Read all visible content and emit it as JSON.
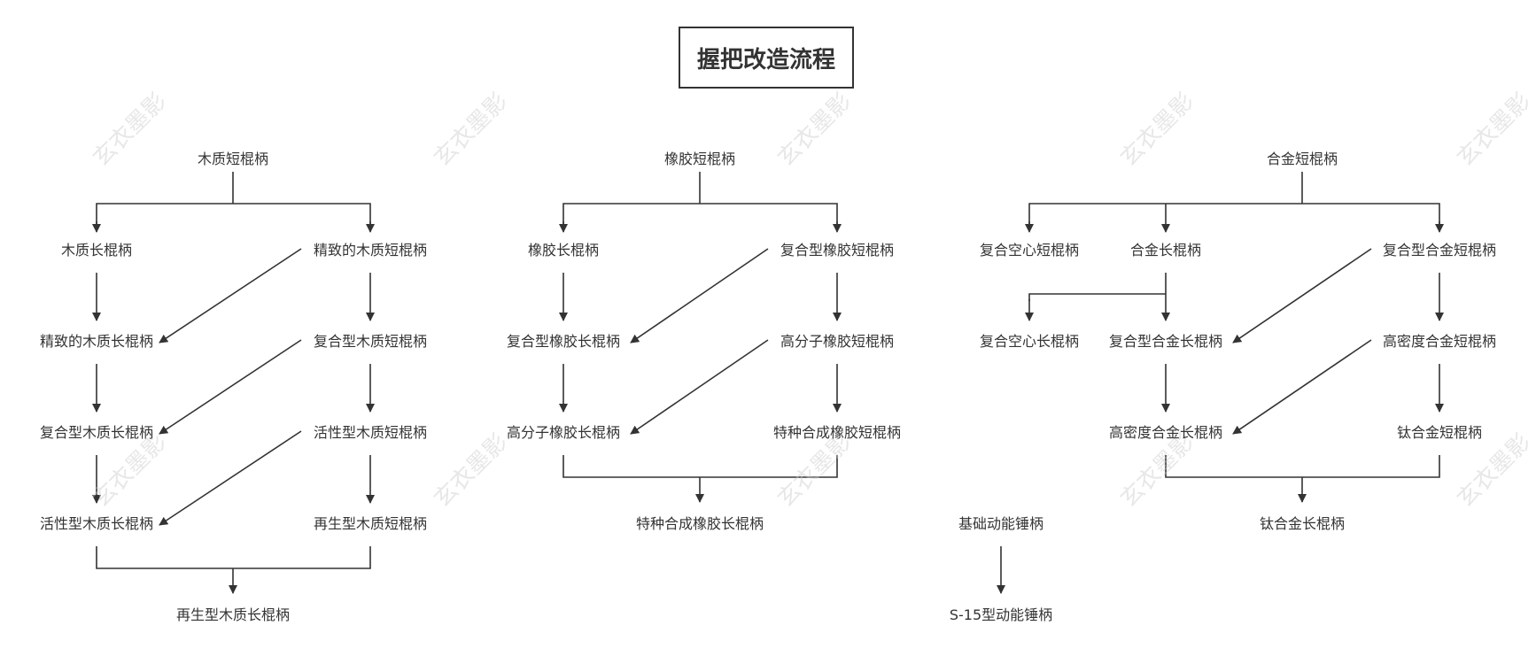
{
  "title": "握把改造流程",
  "watermark": "玄衣墨影",
  "nodes": {
    "wood_short": "木质短棍柄",
    "wood_long": "木质长棍柄",
    "wood_fine_short": "精致的木质短棍柄",
    "wood_fine_long": "精致的木质长棍柄",
    "wood_comp_short": "复合型木质短棍柄",
    "wood_comp_long": "复合型木质长棍柄",
    "wood_active_short": "活性型木质短棍柄",
    "wood_active_long": "活性型木质长棍柄",
    "wood_regen_short": "再生型木质短棍柄",
    "wood_regen_long": "再生型木质长棍柄",
    "rubber_short": "橡胶短棍柄",
    "rubber_long": "橡胶长棍柄",
    "rubber_comp_short": "复合型橡胶短棍柄",
    "rubber_comp_long": "复合型橡胶长棍柄",
    "rubber_poly_short": "高分子橡胶短棍柄",
    "rubber_poly_long": "高分子橡胶长棍柄",
    "rubber_synth_short": "特种合成橡胶短棍柄",
    "rubber_synth_long": "特种合成橡胶长棍柄",
    "alloy_short": "合金短棍柄",
    "hollow_short": "复合空心短棍柄",
    "alloy_long": "合金长棍柄",
    "alloy_comp_short": "复合型合金短棍柄",
    "hollow_long": "复合空心长棍柄",
    "alloy_comp_long": "复合型合金长棍柄",
    "alloy_dense_short": "高密度合金短棍柄",
    "alloy_dense_long": "高密度合金长棍柄",
    "ti_short": "钛合金短棍柄",
    "ti_long": "钛合金长棍柄",
    "hammer_basic": "基础动能锤柄",
    "hammer_s15": "S-15型动能锤柄"
  }
}
